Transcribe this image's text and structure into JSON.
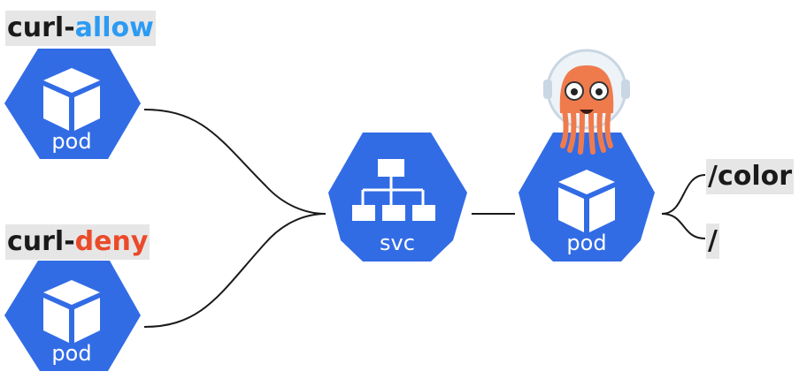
{
  "colors": {
    "k8s_blue": "#326ce5",
    "allow": "#2b9bf4",
    "deny": "#ea4a2a",
    "label_bg": "#e6e6e6",
    "mascot": "#ef7b4d"
  },
  "labels": {
    "allow_prefix": "curl-",
    "allow_word": "allow",
    "deny_prefix": "curl-",
    "deny_word": "deny",
    "route_color": "/color",
    "route_root": "/"
  },
  "nodes": {
    "pod_allow": {
      "caption": "pod",
      "icon": "cube-icon"
    },
    "pod_deny": {
      "caption": "pod",
      "icon": "cube-icon"
    },
    "svc": {
      "caption": "svc",
      "icon": "network-icon"
    },
    "pod_target": {
      "caption": "pod",
      "icon": "cube-icon"
    }
  },
  "mascot": {
    "icon": "argo-octopus-icon"
  }
}
